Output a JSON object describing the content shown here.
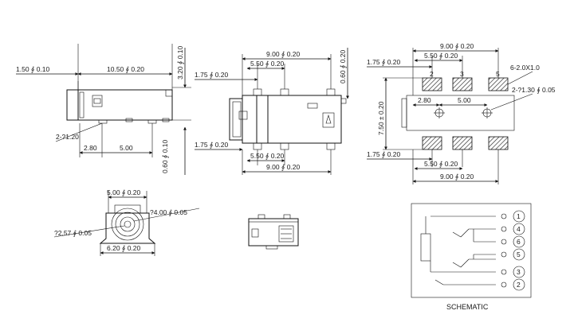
{
  "colors": {
    "line": "#111111",
    "background": "#ffffff",
    "hatch": "#333333"
  },
  "side_view": {
    "dims": {
      "left_offset": "1.50 ∮ 0.10",
      "body_length": "10.50 ∮ 0.20",
      "height": "3.20 ∮ 0.10",
      "pin_dia": "2-?1.20",
      "pin_a": "2.80",
      "pin_b": "5.00",
      "pin_drop": "0.60 ∮ 0.10"
    }
  },
  "top_view": {
    "dims": {
      "overall": "9.00 ∮ 0.20",
      "inner": "5.50 ∮ 0.20",
      "left_top": "1.75 ∮ 0.20",
      "left_bottom": "1.75 ∮ 0.20",
      "inner_bottom": "5.50 ∮ 0.20",
      "overall_bottom": "9.00 ∮ 0.20",
      "right_height": "0.60 ∮ 0.20"
    }
  },
  "footprint_view": {
    "pads_top": [
      "2",
      "3",
      "5"
    ],
    "pads_bottom": [
      "",
      "",
      ""
    ],
    "dims": {
      "overall": "9.00 ∮ 0.20",
      "inner": "5.50 ∮ 0.20",
      "left": "1.75 ∮ 0.20",
      "pad_size": "6-2.0X1.0",
      "hole_dia": "2-?1.30 ∮ 0.05",
      "height": "7.50 ± 0.20",
      "h_a": "2.80",
      "h_b": "5.00",
      "left_bottom": "1.75 ∮ 0.20",
      "inner_bottom": "5.50 ∮ 0.20",
      "overall_bottom": "9.00 ∮ 0.20"
    }
  },
  "front_view": {
    "dims": {
      "top_width": "5.00 ∮ 0.20",
      "outer_dia": "?4.00 ∮ 0.05",
      "inner_dia": "?2.57 ∮ 0.05",
      "bottom_width": "6.20 ∮ 0.20"
    }
  },
  "schematic": {
    "title": "SCHEMATIC",
    "pins": [
      "1",
      "4",
      "6",
      "5",
      "3",
      "2"
    ]
  }
}
